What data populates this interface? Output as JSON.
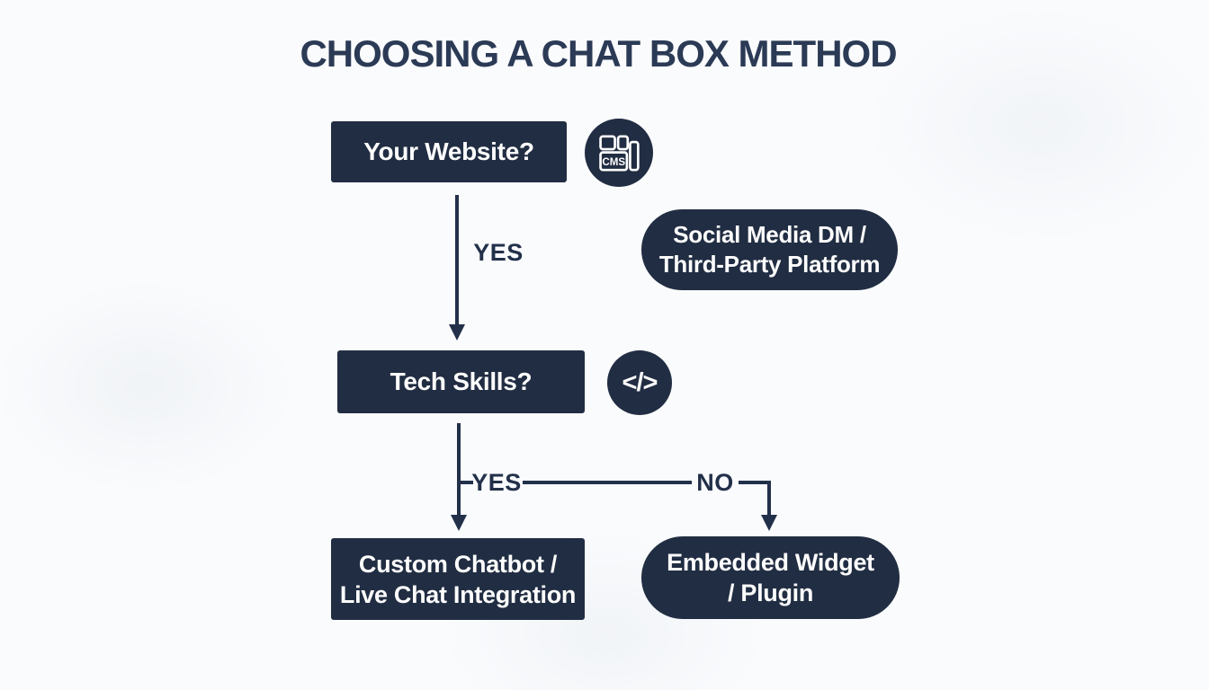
{
  "title": "CHOOSING A CHAT BOX METHOD",
  "palette": {
    "background": "#fafbfd",
    "shape_navy": "#212d42",
    "title_navy": "#2b3a55",
    "line_navy": "#22304a",
    "text_white": "#fdfdfd"
  },
  "flowchart": {
    "nodes": {
      "your_website": {
        "label": "Your Website?"
      },
      "social_media": {
        "line1": "Social Media DM /",
        "line2": "Third-Party Platform"
      },
      "tech_skills": {
        "label": "Tech Skills?"
      },
      "custom_chatbot": {
        "line1": "Custom Chatbot /",
        "line2": "Live Chat Integration"
      },
      "embedded_widget": {
        "line1": "Embedded Widget",
        "line2": "/ Plugin"
      }
    },
    "edge_labels": {
      "website_yes": "YES",
      "skills_yes": "YES",
      "skills_no": "NO"
    },
    "icons": {
      "cms": {
        "label": "CMS"
      },
      "code": {
        "glyph": "</>"
      }
    }
  }
}
